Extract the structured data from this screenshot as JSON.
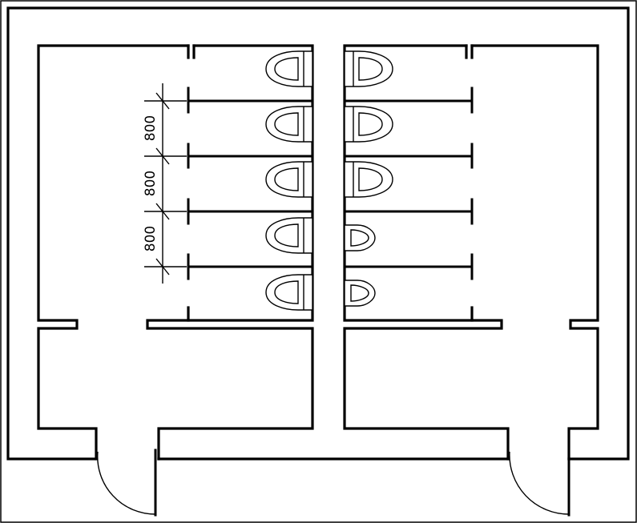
{
  "dimensions": {
    "labels": [
      "800",
      "800",
      "800"
    ]
  }
}
